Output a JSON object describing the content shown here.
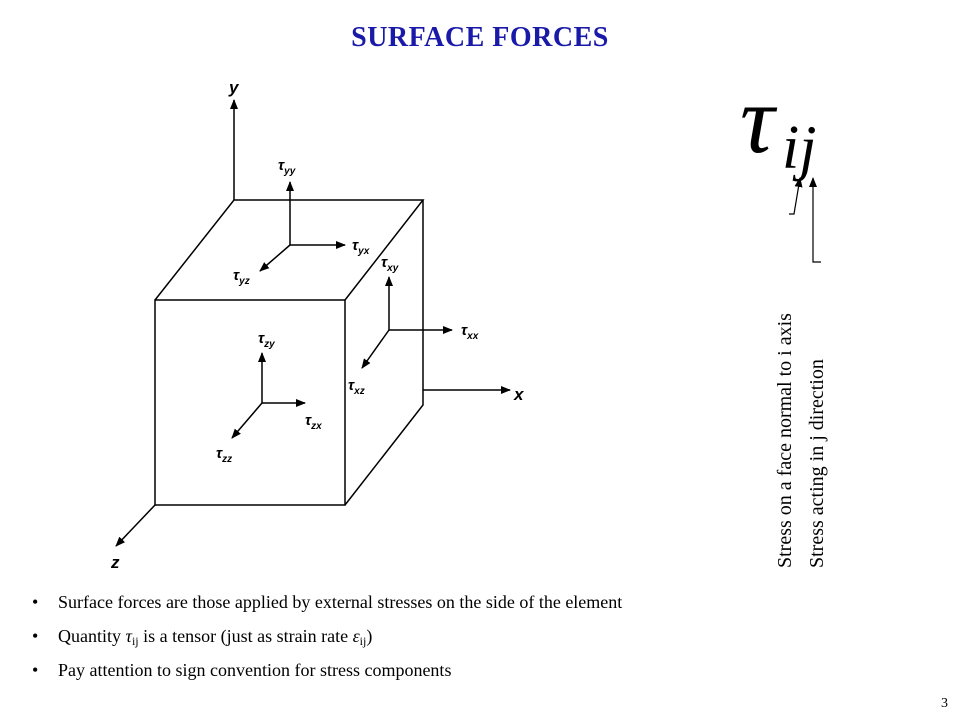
{
  "slide": {
    "title": "SURFACE FORCES",
    "page_number": "3"
  },
  "diagram": {
    "axes": {
      "x": "x",
      "y": "y",
      "z": "z"
    },
    "labels": {
      "tau": "τ",
      "yy": "yy",
      "yx": "yx",
      "yz": "yz",
      "xy": "xy",
      "xx": "xx",
      "xz": "xz",
      "zy": "zy",
      "zx": "zx",
      "zz": "zz"
    }
  },
  "notation": {
    "symbol": "τ",
    "subscript": "ij",
    "note_i": "Stress on a face normal to i axis",
    "note_j": "Stress acting in j direction"
  },
  "bullets": {
    "b1": "Surface forces are those applied by external stresses on the side of the element",
    "b2_pre": "Quantity ",
    "b2_tau": "τ",
    "b2_tau_sub": "ij",
    "b2_mid": " is a tensor (just as strain rate ",
    "b2_eps": "ε",
    "b2_eps_sub": "ij",
    "b2_post": ")",
    "b3": "Pay attention to sign convention for stress components",
    "bullet_char": "•"
  }
}
